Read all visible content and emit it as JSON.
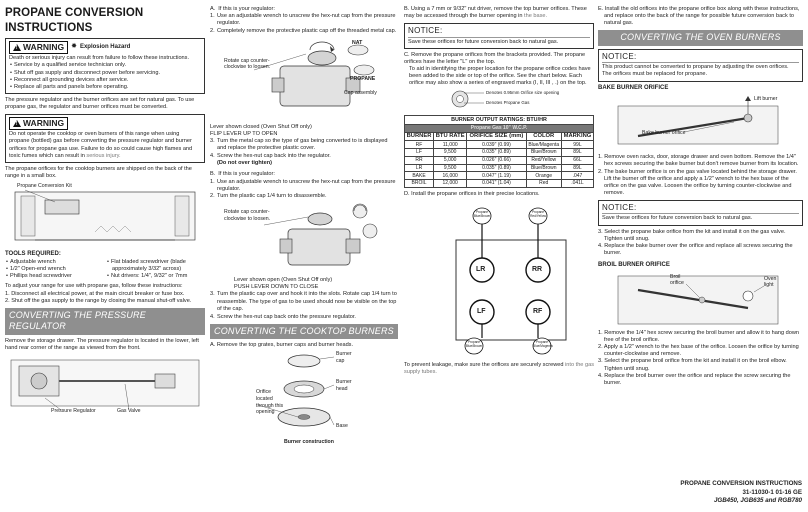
{
  "col1": {
    "title": "PROPANE CONVERSION INSTRUCTIONS",
    "warning1": {
      "badge": "WARNING",
      "subtitle": "Explosion Hazard",
      "intro": "Death or serious injury can result from failure to follow these instructions.",
      "bullets": [
        "Service by a qualified service technician only.",
        "Shut off gas supply and disconnect power before servicing.",
        "Reconnect all grounding devices after service.",
        "Replace all parts and panels before operating."
      ]
    },
    "para1": "The pressure regulator and the burner orifices are set for natural gas. To use propane gas, the regulator and burner orifices must be converted.",
    "warning2": {
      "badge": "WARNING",
      "text": "Do not operate the cooktop or oven burners of this range when using propane (bottled) gas before converting the pressure regulator and burner orifices for propane gas use. Failure to do so could cause high flames and toxic fumes which can result in ",
      "text_muted": "serious injury."
    },
    "para2": "The propane orifices for the cooktop burners are shipped on the back of the range in a small box.",
    "fig_kit_label": "Propane Conversion Kit",
    "tools_head": "TOOLS REQUIRED:",
    "tools_left": [
      "Adjustable wrench",
      "1/2\" Open-end wrench",
      "Phillips head screwdriver"
    ],
    "tools_right": [
      "Flat bladed screwdriver (blade approximately 3/32\" across)",
      "Nut drivers: 1/4\", 9/32\" or 7mm"
    ],
    "prep_intro": "To adjust your range for use with propane gas, follow these instructions:",
    "prep_steps": [
      "1. Disconnect all electrical power, at the main circuit breaker or fuse box.",
      "2. Shut off the gas supply to the range by closing the manual shut-off valve."
    ],
    "banner": "CONVERTING THE PRESSURE REGULATOR",
    "reg_para": "Remove the storage drawer. The pressure regulator is located in the lower, left hand rear corner of the range as viewed from the front.",
    "fig_reg_label": "Pressure Regulator",
    "fig_valve_label": "Gas Valve"
  },
  "col2": {
    "secA": {
      "letter": "A.",
      "head": "If this is your regulator:",
      "steps": [
        "Use an adjustable wrench to unscrew the hex-nut cap from the pressure regulator.",
        "Completely remove the protective plastic cap off the threaded metal cap."
      ],
      "fig_labels": {
        "rotate": "Rotate cap counter-clockwise to loosen.",
        "nat": "NAT",
        "propane": "PROPANE",
        "assembly": "Cap assembly"
      },
      "after_fig": "Lever shown closed (Oven Shut Off only)",
      "after_fig2": "FLIP LEVER UP TO OPEN",
      "steps2": [
        "Turn the metal cap so the type of gas being converted to is displayed and replace the protective plastic cover.",
        "Screw the hex-nut cap back into the regulator."
      ],
      "steps2_bold": "(Do not over tighten)"
    },
    "secB": {
      "letter": "B.",
      "head": "If this is your regulator:",
      "steps": [
        "Use an adjustable wrench to unscrew the hex-nut cap from the pressure regulator.",
        "Turn the plastic cap 1/4 turn to disassemble."
      ],
      "fig_label": "Rotate cap counter-clockwise to loosen.",
      "after_fig": "Lever shown open (Oven Shut Off only)",
      "after_fig2": "PUSH LEVER DOWN TO CLOSE",
      "steps2": [
        "Turn the plastic cap over and hook it into the slots. Rotate cap 1/4 turn to reassemble. The type of gas to be used should now be visible on the top of the cap.",
        "Screw the hex-nut cap back onto the pressure regulator."
      ]
    },
    "banner": "CONVERTING THE COOKTOP BURNERS",
    "cooktop_step": "A. Remove the top grates, burner caps and burner heads.",
    "fig_labels": {
      "cap": "Burner cap",
      "head": "Burner head",
      "orifice": "Orifice located through this opening",
      "base": "Base",
      "caption": "Burner construction"
    }
  },
  "col3": {
    "stepB": "B. Using a 7 mm or 9/32\" nut driver, remove the top burner orifices. These may be accessed through the burner opening in ",
    "stepB_muted": "the base.",
    "notice1_title": "NOTICE:",
    "notice1_text": "Save these orifices for future conversion back to natural gas.",
    "stepC": "C. Remove the propane orifices from the brackets provided. The propane orifices have the letter \"L\" on the top.",
    "stepC2": "To aid in identifying the proper location for the propane orifice codes have been added to the side or top of the orifice. See the chart below. Each orifice may also show a series of engraved marks (I, II, III , .) on the top.",
    "orifice_fig": {
      "a": "Denotes 0.95mm Orifice size opening",
      "b": "Denotes Propane Gas"
    },
    "table": {
      "title": "BURNER OUTPUT RATINGS: BTU/HR",
      "subtitle": "Propane Gas 10\" W.C.P.",
      "headers": [
        "BURNER",
        "BTU RATE",
        "ORIFICE SIZE (mm)",
        "COLOR",
        "MARKING"
      ],
      "rows": [
        [
          "RF",
          "11,000",
          "0.039\" (0.99)",
          "Blue/Magenta",
          "99L"
        ],
        [
          "LF",
          "9,500",
          "0.035\" (0.89)",
          "Blue/Brown",
          "89L"
        ],
        [
          "RR",
          "5,000",
          "0.026\" (0.66)",
          "Red/Yellow",
          "66L"
        ],
        [
          "LR",
          "9,500",
          "0.035\" (0.89)",
          "Blue/Brown",
          "89L"
        ],
        [
          "BAKE",
          "16,000",
          "0.047\" (1.19)",
          "Orange",
          ".047"
        ],
        [
          "BROIL",
          "12,000",
          "0.041\" (1.04)",
          "Red",
          ".041L"
        ]
      ]
    },
    "stepD": "D. Install the propane orifices in their precise locations.",
    "diagram": {
      "lr": "LR",
      "rr": "RR",
      "lf": "LF",
      "rf": "RF",
      "tag_lr": "Propane Blue/Brown",
      "tag_rr": "Propane Red/Yellow",
      "tag_lf": "Propane Blue/Brown",
      "tag_rf": "Propane Blue/Magenta"
    },
    "closing": "To prevent leakage, make sure the orifices are securely screwed ",
    "closing_muted": "into the gas supply tubes."
  },
  "col4": {
    "stepE": "E. Install the old orifices into the propane orifice box along with these instructions, and replace onto the back of the range for possible future conversion back to natural gas.",
    "banner": "CONVERTING THE OVEN BURNERS",
    "notice_title": "NOTICE:",
    "notice_text": "This product cannot be converted to propane by adjusting the oven orifices. The orifices must be replaced for propane.",
    "bake_head": "BAKE BURNER ORIFICE",
    "bake_fig": {
      "lift": "Lift burner",
      "orifice": "Bake burner orifice"
    },
    "bake_steps": [
      "1. Remove oven racks, door, storage drawer and oven bottom. Remove the 1/4\" hex screws securing the bake burner but don't remove burner from its location.",
      "2. The bake burner orifice is on the gas valve located behind the storage drawer. Lift the burner off the orifice and apply a 1/2\" wrench to the hex base of the orifice on the gas valve. Loosen the orifice by turning counter-clockwise and remove."
    ],
    "notice2_title": "NOTICE:",
    "notice2_text": "Save these orifices for future conversion back to natural gas.",
    "bake_steps2": [
      "3. Select the propane bake orifice from the kit and install it on the gas valve. Tighten until snug.",
      "4. Replace the bake burner over the orifice and replace all screws securing the burner."
    ],
    "broil_head": "BROIL BURNER ORIFICE",
    "broil_fig": {
      "orifice": "Broil orifice",
      "light": "Oven light"
    },
    "broil_steps": [
      "1. Remove the 1/4\" hex screw securing the broil burner and allow it to hang down free of the broil orifice.",
      "2. Apply a 1/2\" wrench to the hex base of the orifice. Loosen the orifice by turning counter-clockwise and remove.",
      "3. Select the propane broil orifice from the kit and install it on the broil elbow. Tighten until snug.",
      "4. Replace the broil burner over the orifice and replace the screw securing the burner."
    ]
  },
  "footer": {
    "line1": "PROPANE CONVERSION INSTRUCTIONS",
    "line2": "31-11030-1   01-16   GE",
    "line3": "JGB450, JGB635 and RGB780"
  }
}
